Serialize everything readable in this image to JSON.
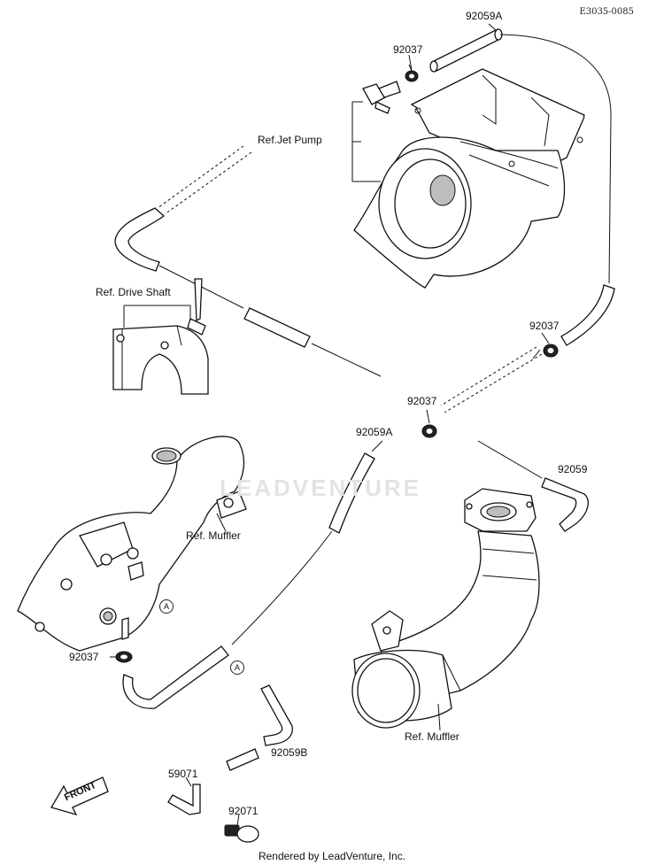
{
  "diagram_code": "E3035-0085",
  "watermark": "LEADVENTURE",
  "footer": "Rendered by LeadVenture, Inc.",
  "labels": {
    "p92059a_top": "92059A",
    "p92037_top": "92037",
    "ref_jet_pump": "Ref.Jet Pump",
    "ref_drive_shaft": "Ref. Drive Shaft",
    "p92037_right": "92037",
    "p92037_mid": "92037",
    "p92059a_mid": "92059A",
    "p92059": "92059",
    "ref_muffler_left": "Ref. Muffler",
    "callout_a1": "A",
    "callout_a2": "A",
    "p92037_left": "92037",
    "ref_muffler_right": "Ref. Muffler",
    "p92059b": "92059B",
    "p59071": "59071",
    "p92071": "92071",
    "front": "FRONT"
  }
}
